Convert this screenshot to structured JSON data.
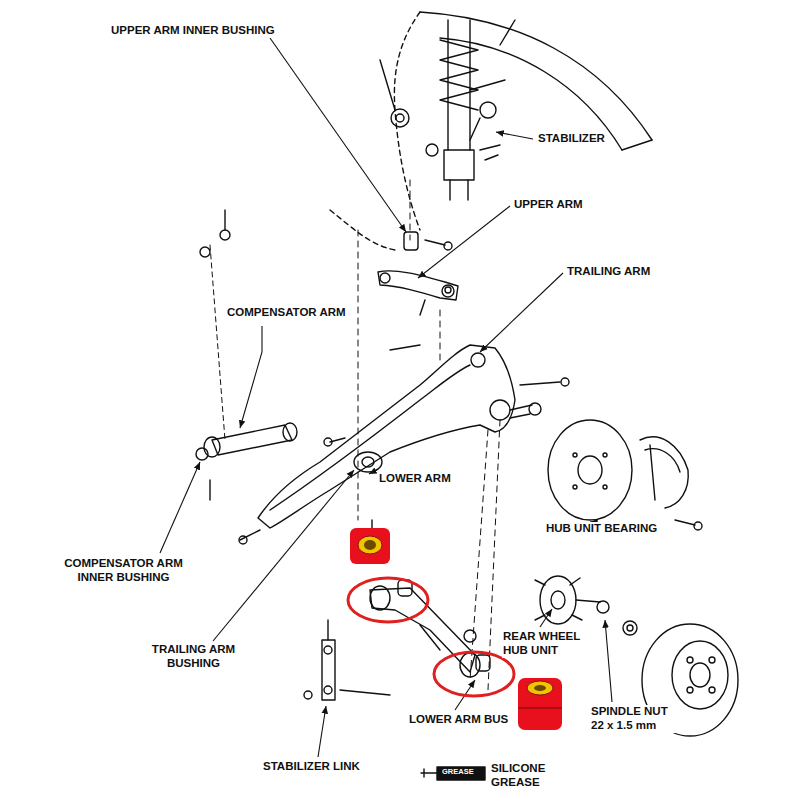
{
  "diagram": {
    "labels": [
      "UPPER ARM INNER BUSHING",
      "STABILIZER",
      "UPPER ARM",
      "TRAILING ARM",
      "COMPENSATOR ARM",
      "LOWER ARM",
      "HUB UNIT BEARING",
      "COMPENSATOR ARM INNER BUSHING",
      "TRAILING ARM BUSHING",
      "REAR WHEEL HUB UNIT",
      "LOWER ARM BUS",
      "SPINDLE NUT 22 x 1.5 mm",
      "STABILIZER LINK",
      "GREASE",
      "SILICONE GREASE"
    ]
  }
}
